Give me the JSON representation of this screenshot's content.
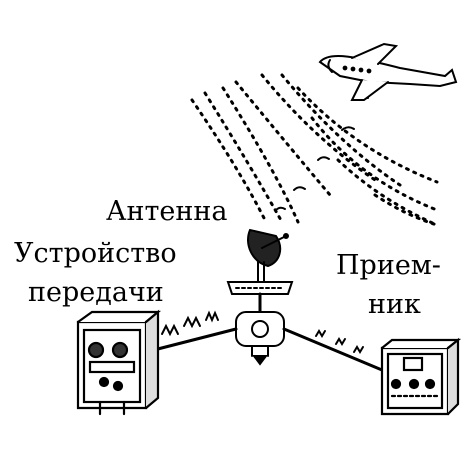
{
  "labels": {
    "antenna": "Антенна",
    "transmitter_line1": "Устройство",
    "transmitter_line2": "передачи",
    "receiver_line1": "Прием-",
    "receiver_line2": "ник"
  },
  "icons": [
    "airplane-icon",
    "radar-dish-icon",
    "transmitter-box-icon",
    "duplexer-icon",
    "receiver-box-icon"
  ],
  "colors": {
    "ink": "#000000",
    "background": "#ffffff"
  }
}
